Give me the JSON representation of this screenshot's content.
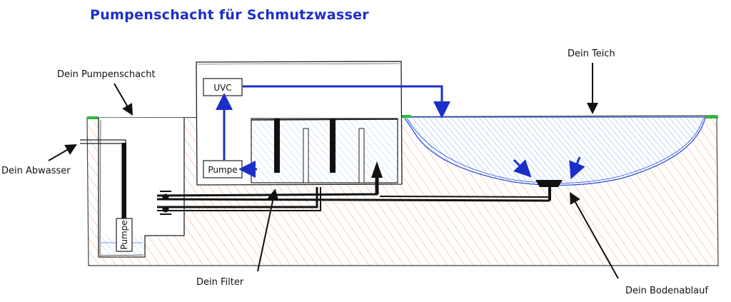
{
  "title": "Pumpenschacht für Schmutzwasser",
  "labels": {
    "pump_shaft": "Dein Pumpenschacht",
    "pond": "Dein Teich",
    "sewage": "Dein Abwasser",
    "filter": "Dein Filter",
    "bottom_drain": "Dein Bodenablauf"
  },
  "boxes": {
    "uvc": "UVC",
    "pump_upper": "Pumpe",
    "pump_shaft": "Pumpe"
  },
  "colors": {
    "title": "#1b2fc8",
    "flow_arrow": "#1b2fc8",
    "soil_hatch": "#f2b48a",
    "water_hatch": "#7fb2ea",
    "grass": "#2db83d",
    "outline": "#222222"
  }
}
